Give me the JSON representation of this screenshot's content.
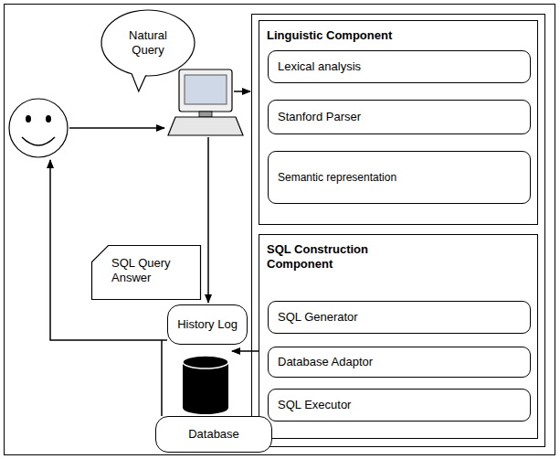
{
  "diagram": {
    "nodes": [
      {
        "text": [
          "Natural Query"
        ]
      },
      {
        "text": [
          "Linguistic Component"
        ]
      },
      {
        "text": [
          "Lexical analysis"
        ],
        "in": 1
      },
      {
        "text": [
          "Stanford Parser"
        ],
        "in": 1
      },
      {
        "text": [
          "Semantic representation"
        ],
        "in": 1
      },
      {
        "text": [
          "SQL Query Answer"
        ]
      },
      {
        "text": [
          "History Log"
        ]
      },
      {
        "text": [
          "SQL Construction Component"
        ]
      },
      {
        "text": [
          "SQL Generator"
        ],
        "in": 7
      },
      {
        "text": [
          "Database Adaptor"
        ],
        "in": 7
      },
      {
        "text": [
          "SQL Executor"
        ],
        "in": 7
      },
      {
        "text": [
          "Database"
        ]
      }
    ]
  }
}
